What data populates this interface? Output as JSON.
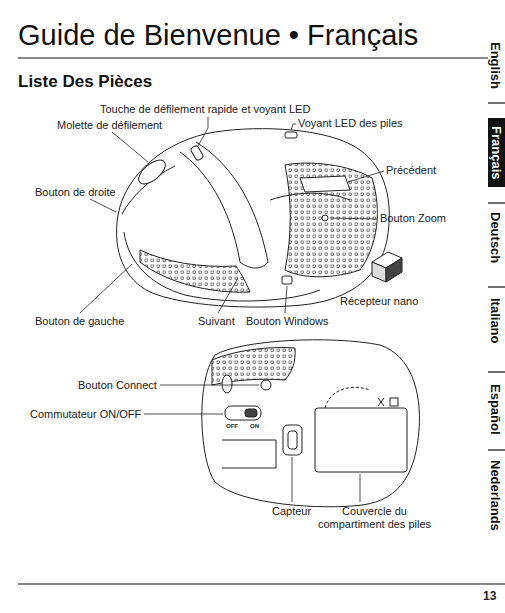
{
  "diagram": {
    "title": "Guide de Bienvenue • Français",
    "nodes": [
      {
        "text": [
          "Français"
        ]
      }
    ],
    "labels": [
      "Liste Des Pièces",
      "Touche de défilement rapide et voyant LED",
      "Molette de défilement",
      "Voyant LED des piles",
      "Bouton de droite",
      "Précédent",
      "Bouton Zoom",
      "Récepteur nano",
      "Bouton de gauche",
      "Suivant",
      "Bouton Windows",
      "Bouton Connect",
      "Commutateur ON/OFF",
      "OFF",
      "ON",
      "Capteur",
      "Couvercle du compartiment des piles",
      "English",
      "Deutsch",
      "Italiano",
      "Español",
      "Nederlands",
      "13"
    ]
  }
}
